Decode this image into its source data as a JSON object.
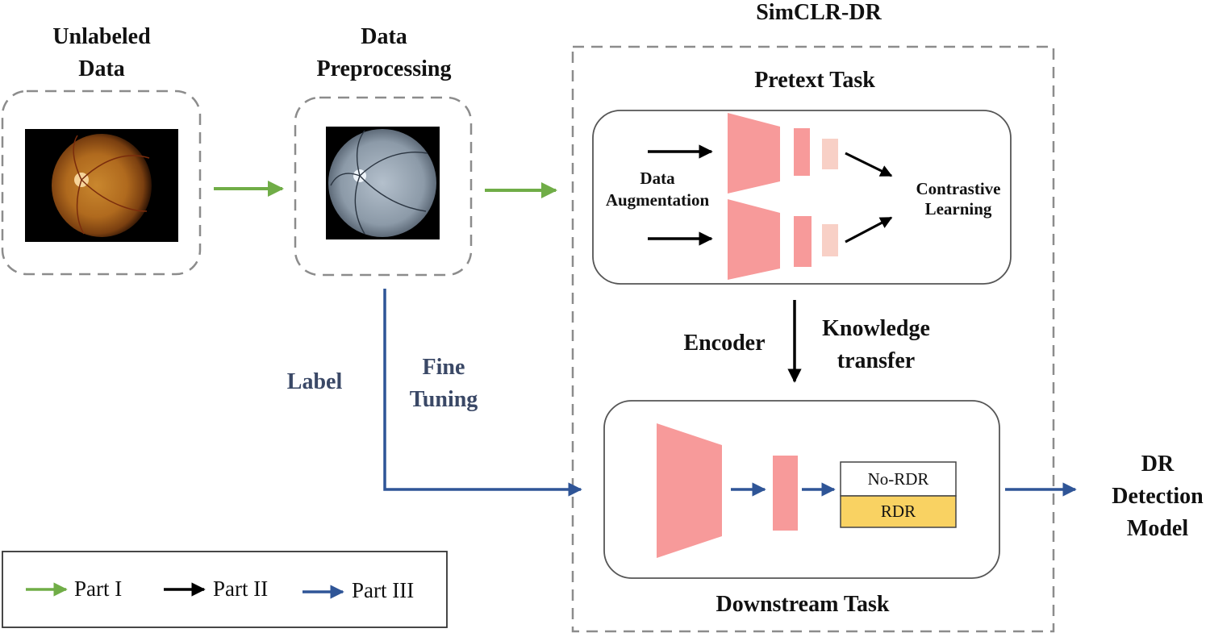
{
  "title": "SimCLR-DR",
  "stages": {
    "unlabeled": {
      "line1": "Unlabeled",
      "line2": "Data"
    },
    "preprocessing": {
      "line1": "Data",
      "line2": "Preprocessing"
    }
  },
  "pretext": {
    "title": "Pretext Task",
    "augmentation": {
      "line1": "Data",
      "line2": "Augmentation"
    },
    "contrastive": {
      "line1": "Contrastive",
      "line2": "Learning"
    }
  },
  "transfer": {
    "encoder": "Encoder",
    "knowledge_line1": "Knowledge",
    "knowledge_line2": "transfer"
  },
  "fine_tuning": {
    "label": "Label",
    "line1": "Fine",
    "line2": "Tuning"
  },
  "downstream": {
    "title": "Downstream Task",
    "outputs": [
      {
        "label": "No-RDR",
        "color": "#ffffff"
      },
      {
        "label": "RDR",
        "color": "#f9d262"
      }
    ]
  },
  "result": {
    "line1": "DR",
    "line2": "Detection",
    "line3": "Model"
  },
  "legend": [
    {
      "label": "Part I",
      "color": "#70ad47"
    },
    {
      "label": "Part II",
      "color": "#000000"
    },
    {
      "label": "Part III",
      "color": "#2f5597"
    }
  ],
  "colors": {
    "encoder_pink": "#f79a9a",
    "projection_light": "#f8d0c6",
    "dashed_border": "#8c8c8c",
    "label_navy": "#3a4866"
  }
}
